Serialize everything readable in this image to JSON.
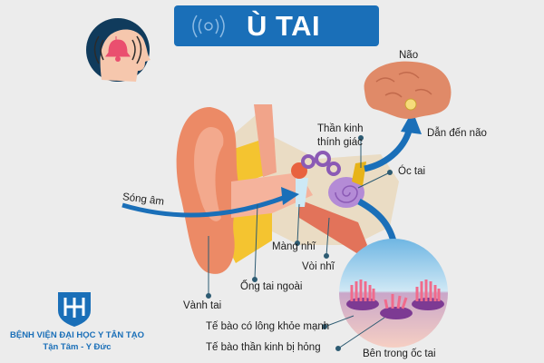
{
  "title": "Ù TAI",
  "colors": {
    "background": "#ececec",
    "banner": "#1a6fb8",
    "arrow": "#1a6fb8",
    "ear_skin": "#ec8a66",
    "brain": "#e08a68",
    "cochlea": "#a679c9",
    "fat": "#f4c430",
    "leader_line": "#2d5b72"
  },
  "icons": {
    "banner_icon": "sound-wave-icon",
    "tinnitus_head": "head-with-bell-icon"
  },
  "labels": {
    "brain": "Não",
    "to_brain": "Dẫn đến não",
    "auditory_nerve_line1": "Thần kinh",
    "auditory_nerve_line2": "thính giác",
    "cochlea": "Óc tai",
    "sound_wave": "Sóng âm",
    "eardrum": "Màng nhĩ",
    "eustachian_tube": "Vòi nhĩ",
    "ear_canal": "Ống tai ngoài",
    "auricle": "Vành tai",
    "healthy_hair_cells": "Tế bào có lông khỏe mạnh",
    "damaged_nerve_cells": "Tế bào thần kinh bị hỏng",
    "inside_cochlea": "Bên trong ốc tai"
  },
  "logo": {
    "name": "BỆNH VIỆN ĐẠI HỌC Y TÂN TẠO",
    "slogan": "Tận Tâm - Y Đức"
  }
}
